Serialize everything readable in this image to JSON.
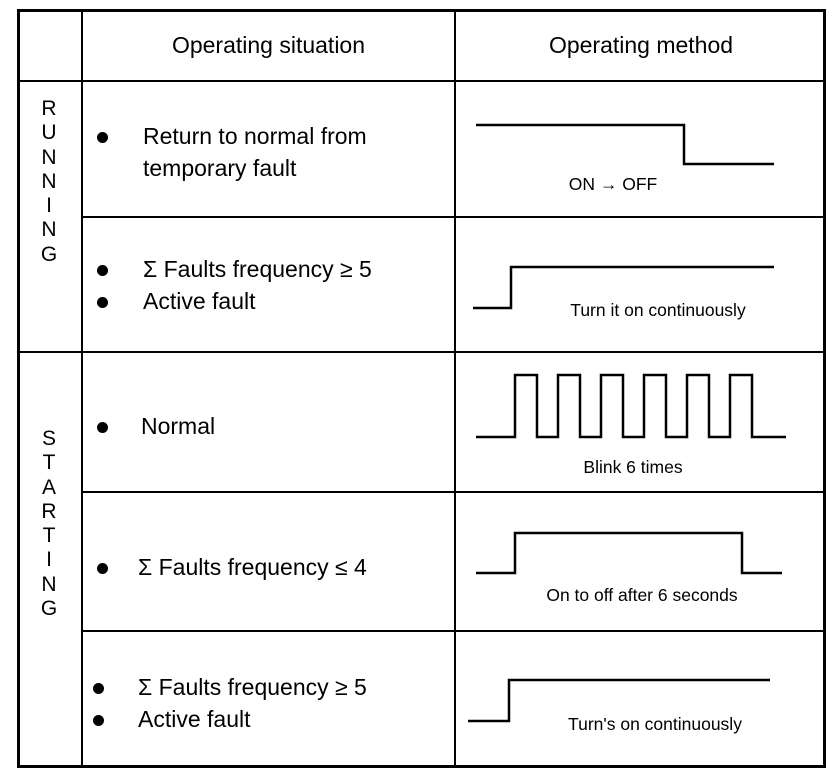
{
  "header": {
    "situation": "Operating situation",
    "method": "Operating method"
  },
  "groups": [
    {
      "label": "RUNNING"
    },
    {
      "label": "STARTING"
    }
  ],
  "rows": [
    {
      "situation": [
        "Return to normal from",
        "temporary fault"
      ],
      "bullets": 1,
      "caption": "ON → OFF",
      "waveform": "step-down"
    },
    {
      "situation": [
        "Σ Faults frequency ≥ 5",
        "Active fault"
      ],
      "bullets": 2,
      "caption": "Turn it on continuously",
      "waveform": "step-up"
    },
    {
      "situation": [
        "Normal"
      ],
      "bullets": 1,
      "caption": "Blink 6 times",
      "waveform": "pulse-train",
      "pulse_count": 6
    },
    {
      "situation": [
        "Σ Faults frequency ≤ 4"
      ],
      "bullets": 1,
      "caption": "On to off after 6 seconds",
      "waveform": "single-pulse"
    },
    {
      "situation": [
        "Σ Faults frequency ≥ 5",
        "Active fault"
      ],
      "bullets": 2,
      "caption": "Turn's on continuously",
      "waveform": "step-up"
    }
  ]
}
